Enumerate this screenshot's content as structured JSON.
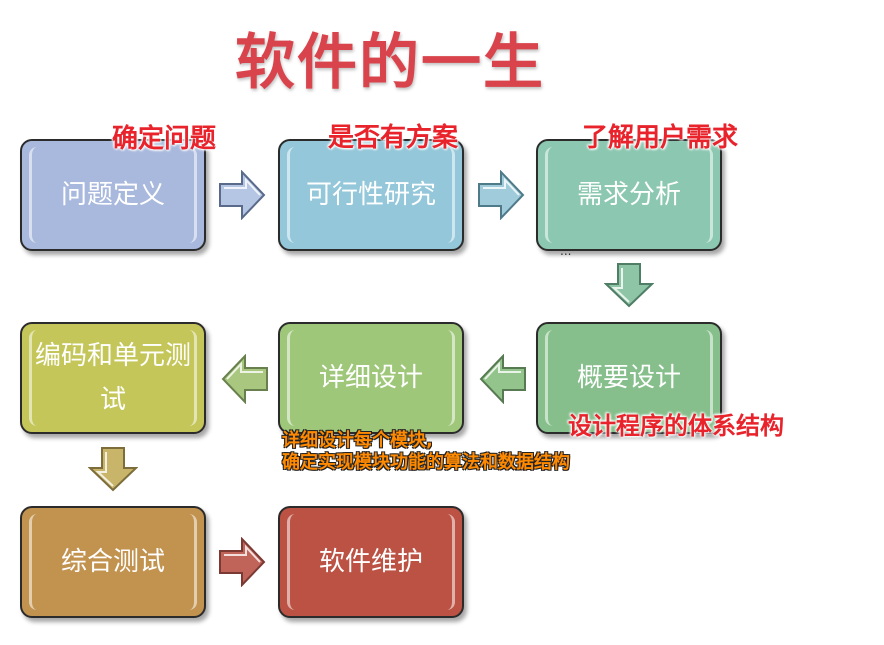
{
  "title": "软件的一生",
  "stages": [
    {
      "label": "问题定义",
      "color": "#a9b9dd"
    },
    {
      "label": "可行性研究",
      "color": "#93c7d9"
    },
    {
      "label": "需求分析",
      "color": "#8cc8b1"
    },
    {
      "label": "概要设计",
      "color": "#86bf8c"
    },
    {
      "label": "详细设计",
      "color": "#9fc77a"
    },
    {
      "label": "编码和单元测试",
      "color": "#c4c65a"
    },
    {
      "label": "综合测试",
      "color": "#c2924f"
    },
    {
      "label": "软件维护",
      "color": "#bb5244"
    }
  ],
  "notes": {
    "problem": "确定问题",
    "feasibility": "是否有方案",
    "requirements": "了解用户需求",
    "architecture": "设计程序的体系结构",
    "detail_line1": "详细设计每个模块,",
    "detail_line2": "确定实现模块功能的算法和数据结构"
  },
  "ellipsis": "..."
}
